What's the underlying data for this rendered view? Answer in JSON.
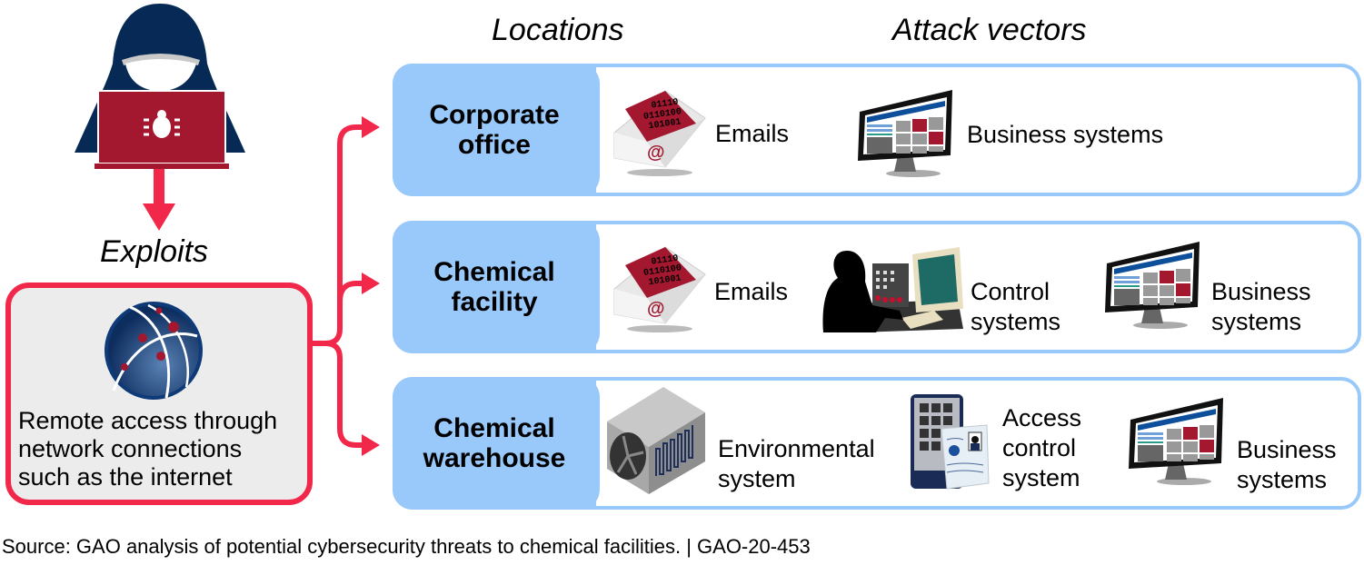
{
  "title_headers": {
    "locations": "Locations",
    "attack_vectors": "Attack vectors"
  },
  "attacker": {
    "icon": "hacker-with-laptop-icon",
    "laptop_icon": "bug-icon",
    "arrow_label": "Exploits"
  },
  "source": {
    "icon": "globe-network-icon",
    "text_lines": [
      "Remote access through",
      "network connections",
      "such as the internet"
    ]
  },
  "locations": [
    {
      "name_lines": [
        "Corporate",
        "office"
      ],
      "vectors": [
        {
          "icon": "email-icon",
          "label_lines": [
            "Emails"
          ]
        },
        {
          "icon": "business-monitor-icon",
          "label_lines": [
            "Business systems"
          ]
        }
      ]
    },
    {
      "name_lines": [
        "Chemical",
        "facility"
      ],
      "vectors": [
        {
          "icon": "email-icon",
          "label_lines": [
            "Emails"
          ]
        },
        {
          "icon": "control-operator-icon",
          "label_lines": [
            "Control",
            "systems"
          ]
        },
        {
          "icon": "business-monitor-icon",
          "label_lines": [
            "Business",
            "systems"
          ]
        }
      ]
    },
    {
      "name_lines": [
        "Chemical",
        "warehouse"
      ],
      "vectors": [
        {
          "icon": "hvac-unit-icon",
          "label_lines": [
            "Environmental",
            "system"
          ]
        },
        {
          "icon": "keypad-badge-icon",
          "label_lines": [
            "Access",
            "control",
            "system"
          ]
        },
        {
          "icon": "business-monitor-icon",
          "label_lines": [
            "Business",
            "systems"
          ]
        }
      ]
    }
  ],
  "email_binary": [
    "01110",
    "0110100",
    "101001"
  ],
  "footer": "Source: GAO analysis of potential cybersecurity threats to chemical facilities.  |  GAO-20-453",
  "colors": {
    "accent_red": "#f2284a",
    "navy": "#062a55",
    "dark_red": "#a3172f",
    "light_blue": "#99c9fa",
    "panel_grey": "#ececec"
  }
}
